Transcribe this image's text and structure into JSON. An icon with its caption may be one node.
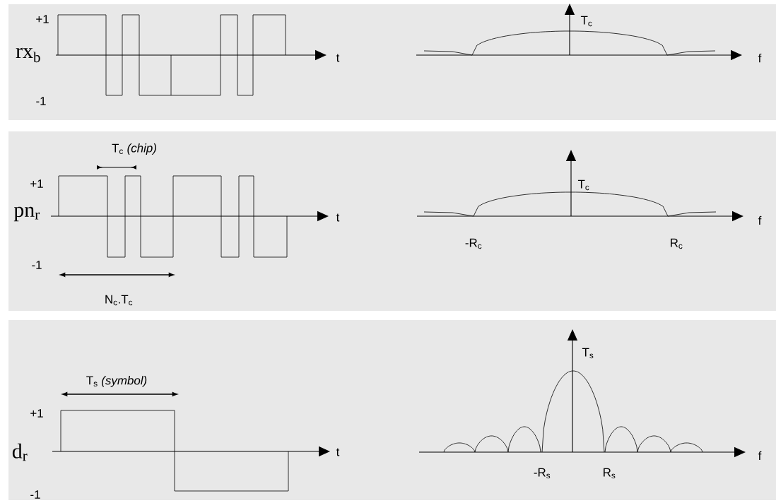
{
  "diagram": {
    "labels": [
      "+1",
      "T$_{c}$",
      "rx$_{b}$",
      "t",
      "f",
      "-1",
      "T$_{c}$ *(chip)*",
      "+1",
      "T$_{c}$",
      "pn$_{r}$",
      "t",
      "f",
      "-R$_{c}$",
      "R$_{c}$",
      "-1",
      "N$_{c}$.T$_{c}$",
      "T$_{s}$",
      "T$_{s}$ *(symbol)*",
      "+1",
      "d$_{r}$",
      "t",
      "f",
      "-R$_{s}$",
      "R$_{s}$",
      "-1"
    ]
  }
}
